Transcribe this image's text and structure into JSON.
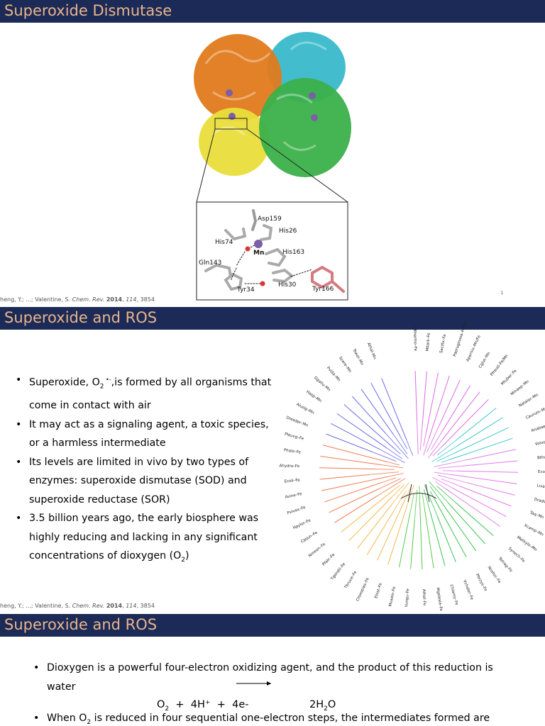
{
  "slides": [
    {
      "title": "Superoxide Dismutase",
      "citation": {
        "authors": "heng, Y.; ...; Valentine, S. ",
        "journal": "Chem. Rev.",
        "year": "2014",
        "volume": "114",
        "pages": ", 3854"
      },
      "page_number": "1",
      "figure_labels": {
        "asp159": "Asp159",
        "his26": "His26",
        "his74": "His74",
        "mn": "Mn",
        "his163": "His163",
        "gln143": "Gln143",
        "tyr34": "Tyr34",
        "his30": "His30",
        "tyr166": "Tyr166"
      }
    },
    {
      "title": "Superoxide and ROS",
      "citation": {
        "authors": "heng, Y.; ...; Valentine, S. ",
        "journal": "Chem. Rev.",
        "year": "2014",
        "volume": "114",
        "pages": ", 3854"
      },
      "bullets": {
        "b1_pre": "Superoxide, O",
        "b1_sub": "2",
        "b1_sup": " •-",
        "b1_post": ",is formed by all organisms that come in contact with air",
        "b2": "It may act as a signaling agent, a toxic species, or a harmless intermediate",
        "b3": "Its levels are limited in vivo by two types of enzymes: superoxide dismutase (SOD) and superoxide reductase (SOR)",
        "b4_pre": "3.5 billion years ago, the early biosphere was highly reducing and lacking in any significant concentrations of dioxygen (O",
        "b4_sub": "2",
        "b4_post": ")"
      },
      "tree_labels": [
        "Mthermo–Fe",
        "Mbark–Fe",
        "Sacifix–Fe",
        "Paeruginosa–Mn/Fe",
        "Apernix–Mn/Fe",
        "Cglut–Mn",
        "Pfreud–Fe/Mn",
        "Mtuber–Fe",
        "Mmaep–Mn",
        "Natalar–Mn",
        "Caurum–Mn",
        "Anabae–Mn",
        "Volvol–Mn",
        "Bthuri–Mn",
        "Ecoli–Mn",
        "Livano–Mn",
        "Dradio–Mn",
        "Taq–Mn",
        "Xcamp–Mn",
        "Methylo–Mn",
        "Synech–Fe",
        "Tetrag–Fe",
        "Nostoc–Fe",
        "Pbrzys–Fe",
        "Vcholer–Fe",
        "Chlamy–Fe",
        "Mgelesia–Fe",
        "Athal–Fe",
        "Vungu–Fe",
        "Mvaelo–Fe",
        "Ehist–Fe",
        "Ctoxoplas–Fe",
        "Tbruce–Fe",
        "Tgondii–Fe",
        "Pfalc–Fe",
        "Nmeon–Fe",
        "Cjejun–Fe",
        "Hpylor–Fe",
        "Pvivax–Fe",
        "Avine–Fe",
        "Ecoli–Fe",
        "Ahydro–Fe",
        "Phalo–Fe",
        "Pleuvg–Fe",
        "Dresder–Mn",
        "Aluzig–Mn",
        "Hasp–Mn",
        "Ggallu–Mn",
        "Pvida–Mn",
        "Scere–Mn",
        "Tswol–Mn",
        "Athal–Mn"
      ]
    },
    {
      "title": "Superoxide and ROS",
      "bullets": {
        "b1": "Dioxygen is a powerful four-electron oxidizing agent, and the product of this reduction is water",
        "b2_pre": "When O",
        "b2_sub": "2",
        "b2_post": " is reduced in four sequential one-electron steps, the intermediates formed are"
      },
      "equation": {
        "lhs_o": "O",
        "lhs_sub": "2",
        "plus1": "+",
        "h": "4H⁺",
        "plus2": "+",
        "e": "4e-",
        "rhs_pre": "2H",
        "rhs_sub": "2",
        "rhs_post": "O"
      }
    }
  ]
}
